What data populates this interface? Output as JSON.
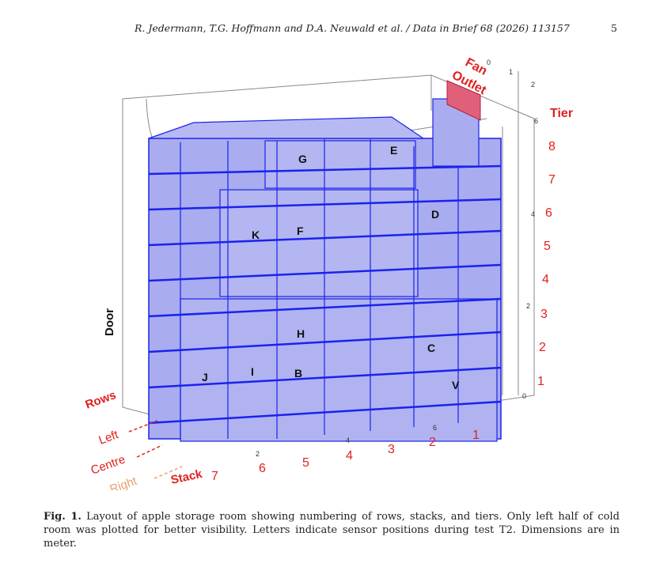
{
  "header": {
    "running_title": "R. Jedermann, T.G. Hoffmann and D.A. Neuwald et al. / Data in Brief 68 (2026) 113157",
    "page_number": "5"
  },
  "figure": {
    "labels": {
      "fan": "Fan",
      "outlet": "Outlet",
      "tier": "Tier",
      "door": "Door",
      "rows": "Rows",
      "stack": "Stack",
      "left": "Left",
      "centre": "Centre",
      "right": "Right"
    },
    "tier_numbers": [
      "8",
      "7",
      "6",
      "5",
      "4",
      "3",
      "2",
      "1"
    ],
    "stack_numbers": [
      "7",
      "6",
      "5",
      "4",
      "3",
      "2",
      "1"
    ],
    "sensors": [
      "G",
      "E",
      "D",
      "K",
      "F",
      "H",
      "C",
      "J",
      "I",
      "B",
      "V"
    ],
    "axis_ticks": {
      "bottom": [
        "2",
        "4",
        "6"
      ],
      "right": [
        "0",
        "2",
        "4",
        "6"
      ],
      "top": [
        "0",
        "1",
        "2"
      ]
    },
    "colors": {
      "box_fill": "#a9acee",
      "box_edge": "#1a22ee",
      "outlet": "#e0607a",
      "annotation": "#e02020",
      "right_arrow": "#e8a070"
    }
  },
  "caption": {
    "label": "Fig. 1.",
    "text": "Layout of apple storage room showing numbering of rows, stacks, and tiers. Only left half of cold room was plotted for better visibility. Letters indicate sensor positions during test T2. Dimensions are in meter."
  }
}
